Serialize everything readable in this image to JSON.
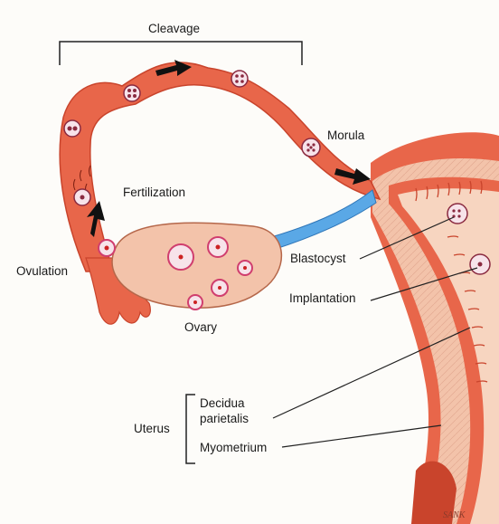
{
  "diagram": {
    "labels": {
      "cleavage": "Cleavage",
      "morula": "Morula",
      "fertilization": "Fertilization",
      "ovulation": "Ovulation",
      "blastocyst": "Blastocyst",
      "ovary": "Ovary",
      "implantation": "Implantation",
      "uterus": "Uterus",
      "decidua_line1": "Decidua",
      "decidua_line2": "parietalis",
      "myometrium": "Myometrium",
      "signature": "SANK"
    },
    "colors": {
      "tube": "#e8664a",
      "tube_dark": "#c9442c",
      "tissue": "#f3c3aa",
      "tissue_light": "#f7d5c0",
      "ligament": "#5aa8e6",
      "line": "#222222",
      "follicle_ring": "#d03e6e"
    }
  }
}
